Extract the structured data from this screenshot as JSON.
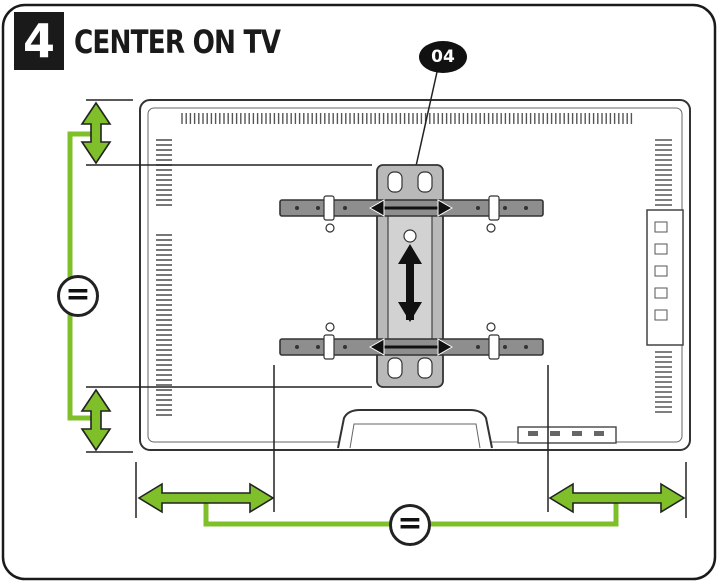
{
  "step": {
    "number": "4",
    "title": "CENTER ON TV"
  },
  "callout": {
    "label": "04"
  },
  "equal_marks": {
    "vertical": "=",
    "horizontal": "="
  },
  "colors": {
    "accent_green": "#7fbf2a",
    "outline": "#222222",
    "header_bg": "#1a1a1a"
  }
}
